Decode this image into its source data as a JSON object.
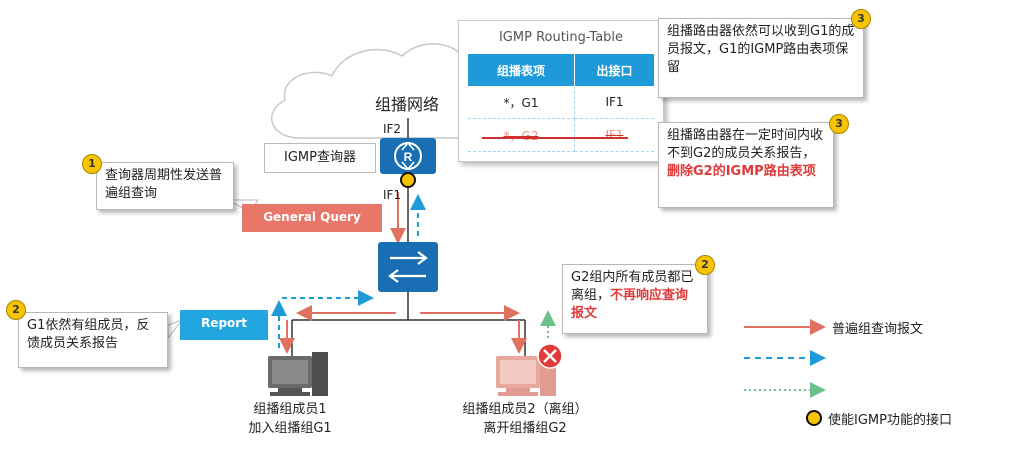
{
  "network": {
    "label": "组播网络",
    "if2": "IF2",
    "if1": "IF1",
    "querier_label": "IGMP查询器"
  },
  "routing_table": {
    "title": "IGMP Routing-Table",
    "headers": [
      "组播表项",
      "出接口"
    ],
    "rows": [
      {
        "entry": "*，G1",
        "iface": "IF1",
        "deleted": false
      },
      {
        "entry": "*，G2",
        "iface": "IF1",
        "deleted": true
      }
    ]
  },
  "callouts": {
    "c1": {
      "num": "1",
      "text": "查询器周期性发送普遍组查询"
    },
    "c2_left": {
      "num": "2",
      "text": "G1依然有组成员，反馈成员关系报告"
    },
    "c2_right": {
      "num": "2",
      "text_normal": "G2组内所有成员都已离组，",
      "text_red": "不再响应查询报文"
    },
    "c3_top": {
      "num": "3",
      "text": "组播路由器依然可以收到G1的成员报文，G1的IGMP路由表项保留"
    },
    "c3_mid": {
      "num": "3",
      "text_normal": "组播路由器在一定时间内收不到G2的成员关系报告，",
      "text_red": "删除G2的IGMP路由表项"
    }
  },
  "tags": {
    "general_query": "General Query",
    "report": "Report"
  },
  "hosts": {
    "host1_line1": "组播组成员1",
    "host1_line2": "加入组播组G1",
    "host2_line1": "组播组成员2（离组）",
    "host2_line2": "离开组播组G2"
  },
  "legend": {
    "general_query": "普遍组查询报文",
    "interface": "使能IGMP功能的接口"
  },
  "colors": {
    "red": "#e07060",
    "blue": "#1e9ad8",
    "green": "#6cc08b",
    "router": "#1a6fb4",
    "yellow": "#f8c400"
  }
}
